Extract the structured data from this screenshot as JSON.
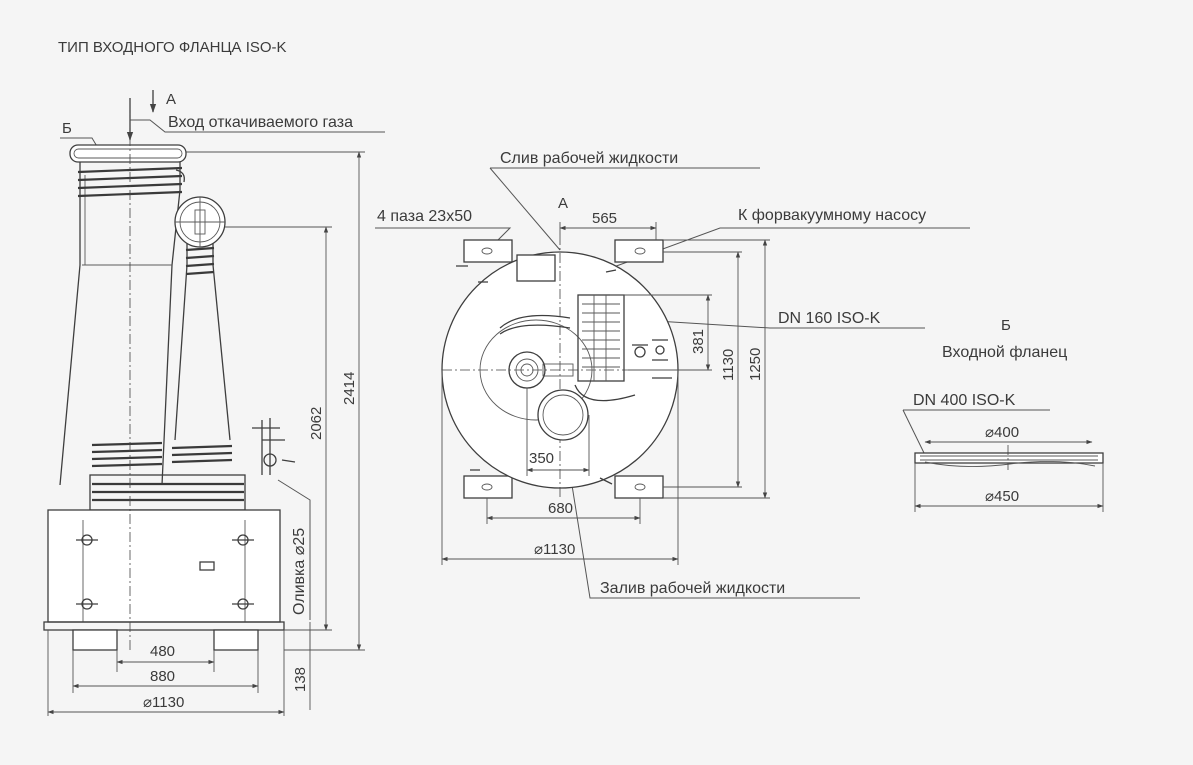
{
  "title": "ТИП ВХОДНОГО ФЛАНЦА ISO-K",
  "labels": {
    "view_a_marker": "А",
    "view_a_top": "А",
    "flange_marker": "Б",
    "gas_inlet": "Вход откачиваемого газа",
    "drain": "Слив рабочей жидкости",
    "slots": "4 паза 23х50",
    "forevacuum": "К форвакуумному насосу",
    "dn160": "DN 160 ISO-K",
    "flange_b_letter": "Б",
    "flange_b_name": "Входной фланец",
    "dn400": "DN 400 ISO-K",
    "fill": "Залив рабочей жидкости",
    "overflow": "Оливка ⌀25"
  },
  "dimensions": {
    "side_height_total": "2414",
    "side_height_inlet": "2062",
    "side_base_height": "138",
    "side_480": "480",
    "side_880": "880",
    "side_d1130": "⌀1130",
    "top_565": "565",
    "top_381": "381",
    "top_1130": "1130",
    "top_1250": "1250",
    "top_350": "350",
    "top_680": "680",
    "top_d1130": "⌀1130",
    "flange_d400": "⌀400",
    "flange_d450": "⌀450"
  },
  "icons": [
    "arrow-down-icon",
    "arrow-right-icon"
  ]
}
